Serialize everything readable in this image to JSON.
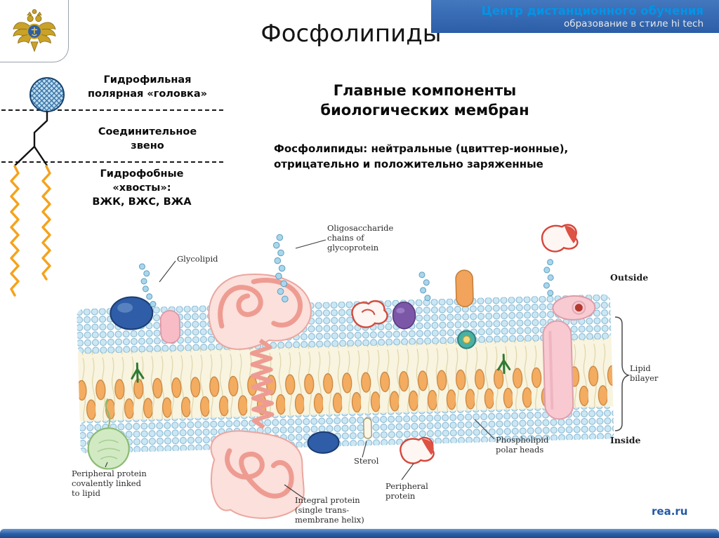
{
  "colors": {
    "band_blue": "#2B5EA7",
    "brand_text_blue": "#0095E8",
    "band_subtext": "#E8E8E8",
    "footer_blue": "#2B5EA7",
    "link_blue": "#2458A6",
    "tail_orange": "#F5A21B",
    "polar_head_fill": "#CBE7F4"
  },
  "header": {
    "org_name": "Центр дистанционного обучения",
    "tagline": "образование в стиле hi tech"
  },
  "slide": {
    "title": "Фосфолипиды"
  },
  "phospholipid_schematic": {
    "head_label": "Гидрофильная\nполярная «головка»",
    "linker_label": "Соединительное\nзвено",
    "tails_label": "Гидрофобные\n«хвосты»:\nВЖК, ВЖС, ВЖА"
  },
  "content": {
    "heading": "Главные компоненты\nбиологических мембран",
    "body": "Фосфолипиды: нейтральные (цвиттер-ионные),\nотрицательно и положительно заряженные"
  },
  "membrane_labels": {
    "glycolipid": "Glycolipid",
    "oligosaccharide": "Oligosaccharide\nchains of\nglycoprotein",
    "outside": "Outside",
    "lipid_bilayer": "Lipid\nbilayer",
    "inside": "Inside",
    "polar_heads": "Phospholipid\npolar heads",
    "sterol": "Sterol",
    "peripheral_protein": "Peripheral\nprotein",
    "integral_protein": "Integral protein\n(single trans-\nmembrane helix)",
    "peripheral_lipid": "Peripheral protein\ncovalently linked\nto lipid"
  },
  "footer": {
    "site": "rea.ru"
  }
}
